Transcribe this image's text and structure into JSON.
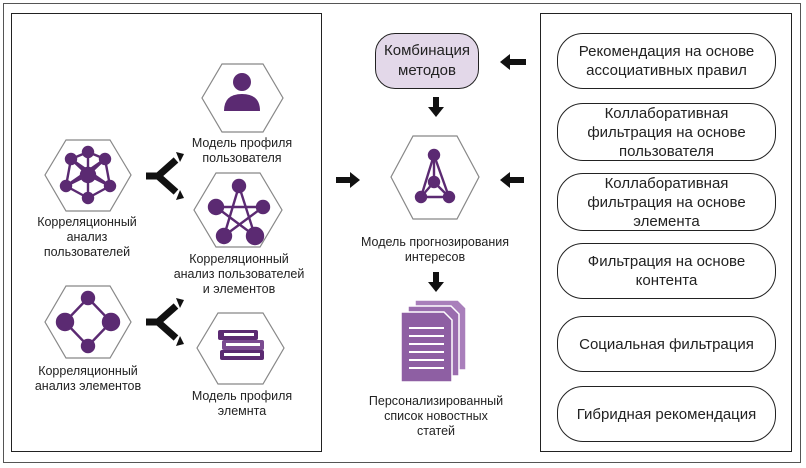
{
  "combination": "Комбинация\nметодов",
  "prediction_model": "Модель прогнозирования\nинтересов",
  "output_list": "Персонализированный\nсписок новостных\nстатей",
  "left": {
    "user_profile": "Модель профиля\nпользователя",
    "user_correlation": "Корреляционный\nанализ\nпользователей",
    "user_item_correlation": "Корреляционный\nанализ пользователей\nи элементов",
    "item_correlation": "Корреляционный\nанализ элементов",
    "item_profile": "Модель профиля\nэлемнта"
  },
  "methods": [
    "Рекомендация на основе ассоциативных правил",
    "Коллаборативная фильтрация на основе пользователя",
    "Коллаборативная фильтрация на основе элемента",
    "Фильтрация на основе контента",
    "Социальная фильтрация",
    "Гибридная рекомендация"
  ],
  "colors": {
    "accent": "#5b2a72",
    "combo_bg": "#e3d8e9",
    "docs": "#8e5fa3"
  }
}
